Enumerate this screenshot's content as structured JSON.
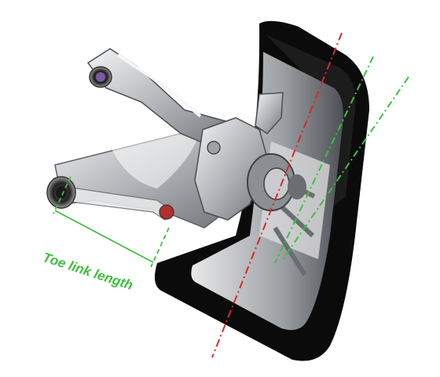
{
  "diagram": {
    "annotation_label": "Toe link length",
    "colors": {
      "accent": "#3fbf3f",
      "red_axis": "#d42a2a",
      "tire": "#0a0a0a",
      "metal": "#b9bcc0",
      "background": "#ffffff"
    },
    "icons": [
      "tire",
      "wheel-rim",
      "upper-control-arm",
      "toe-link",
      "lower-control-arm",
      "knuckle",
      "hub",
      "bushing"
    ]
  }
}
